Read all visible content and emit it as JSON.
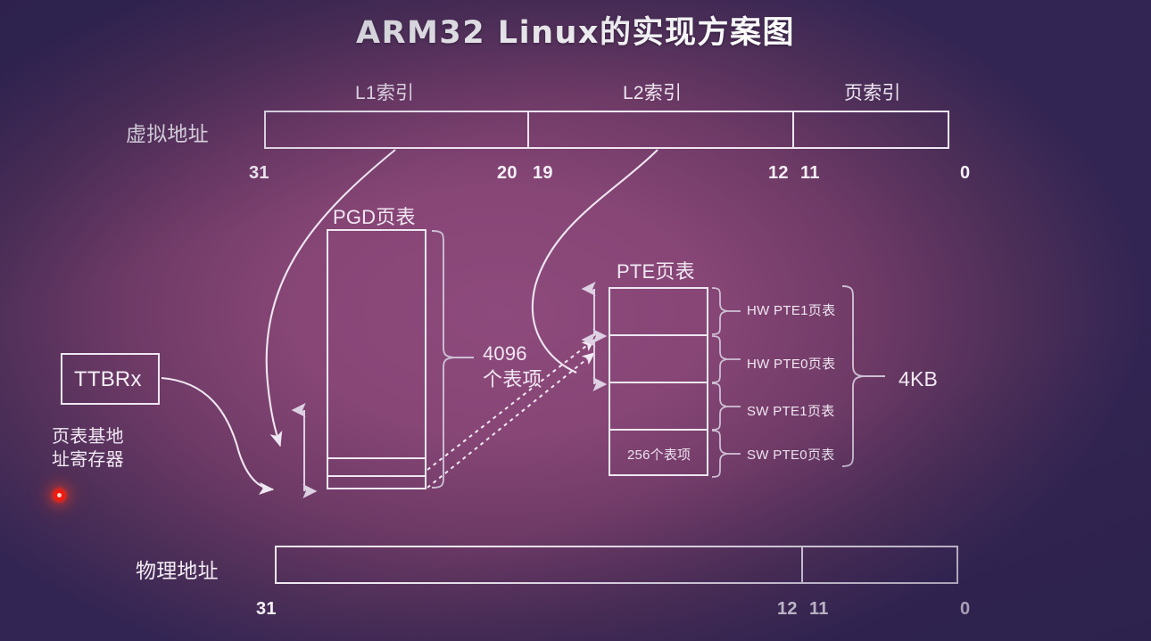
{
  "title": "ARM32 Linux的实现方案图",
  "virtual_address": {
    "label": "虚拟地址",
    "segments": [
      {
        "name": "L1索引"
      },
      {
        "name": "L2索引"
      },
      {
        "name": "页索引"
      }
    ],
    "bits": [
      "31",
      "20",
      "19",
      "12",
      "11",
      "0"
    ]
  },
  "physical_address": {
    "label": "物理地址",
    "bits": [
      "31",
      "12",
      "11",
      "0"
    ]
  },
  "register": {
    "name": "TTBRx",
    "description_line1": "页表基地",
    "description_line2": "址寄存器"
  },
  "pgd": {
    "title": "PGD页表",
    "entries_line1": "4096",
    "entries_line2": "个表项"
  },
  "pte": {
    "title": "PTE页表",
    "rows": [
      {
        "label": "HW PTE1页表",
        "note": ""
      },
      {
        "label": "HW PTE0页表",
        "note": ""
      },
      {
        "label": "SW PTE1页表",
        "note": ""
      },
      {
        "label": "SW PTE0页表",
        "note": "256个表项"
      }
    ],
    "total_size": "4KB"
  },
  "recording_indicator": "rec-dot",
  "colors": {
    "stroke": "#efe7f2",
    "text": "#f2eaf4",
    "bg_center": "#8d4a7c",
    "bg_edge": "#332553",
    "rec_red": "#f01b10"
  }
}
